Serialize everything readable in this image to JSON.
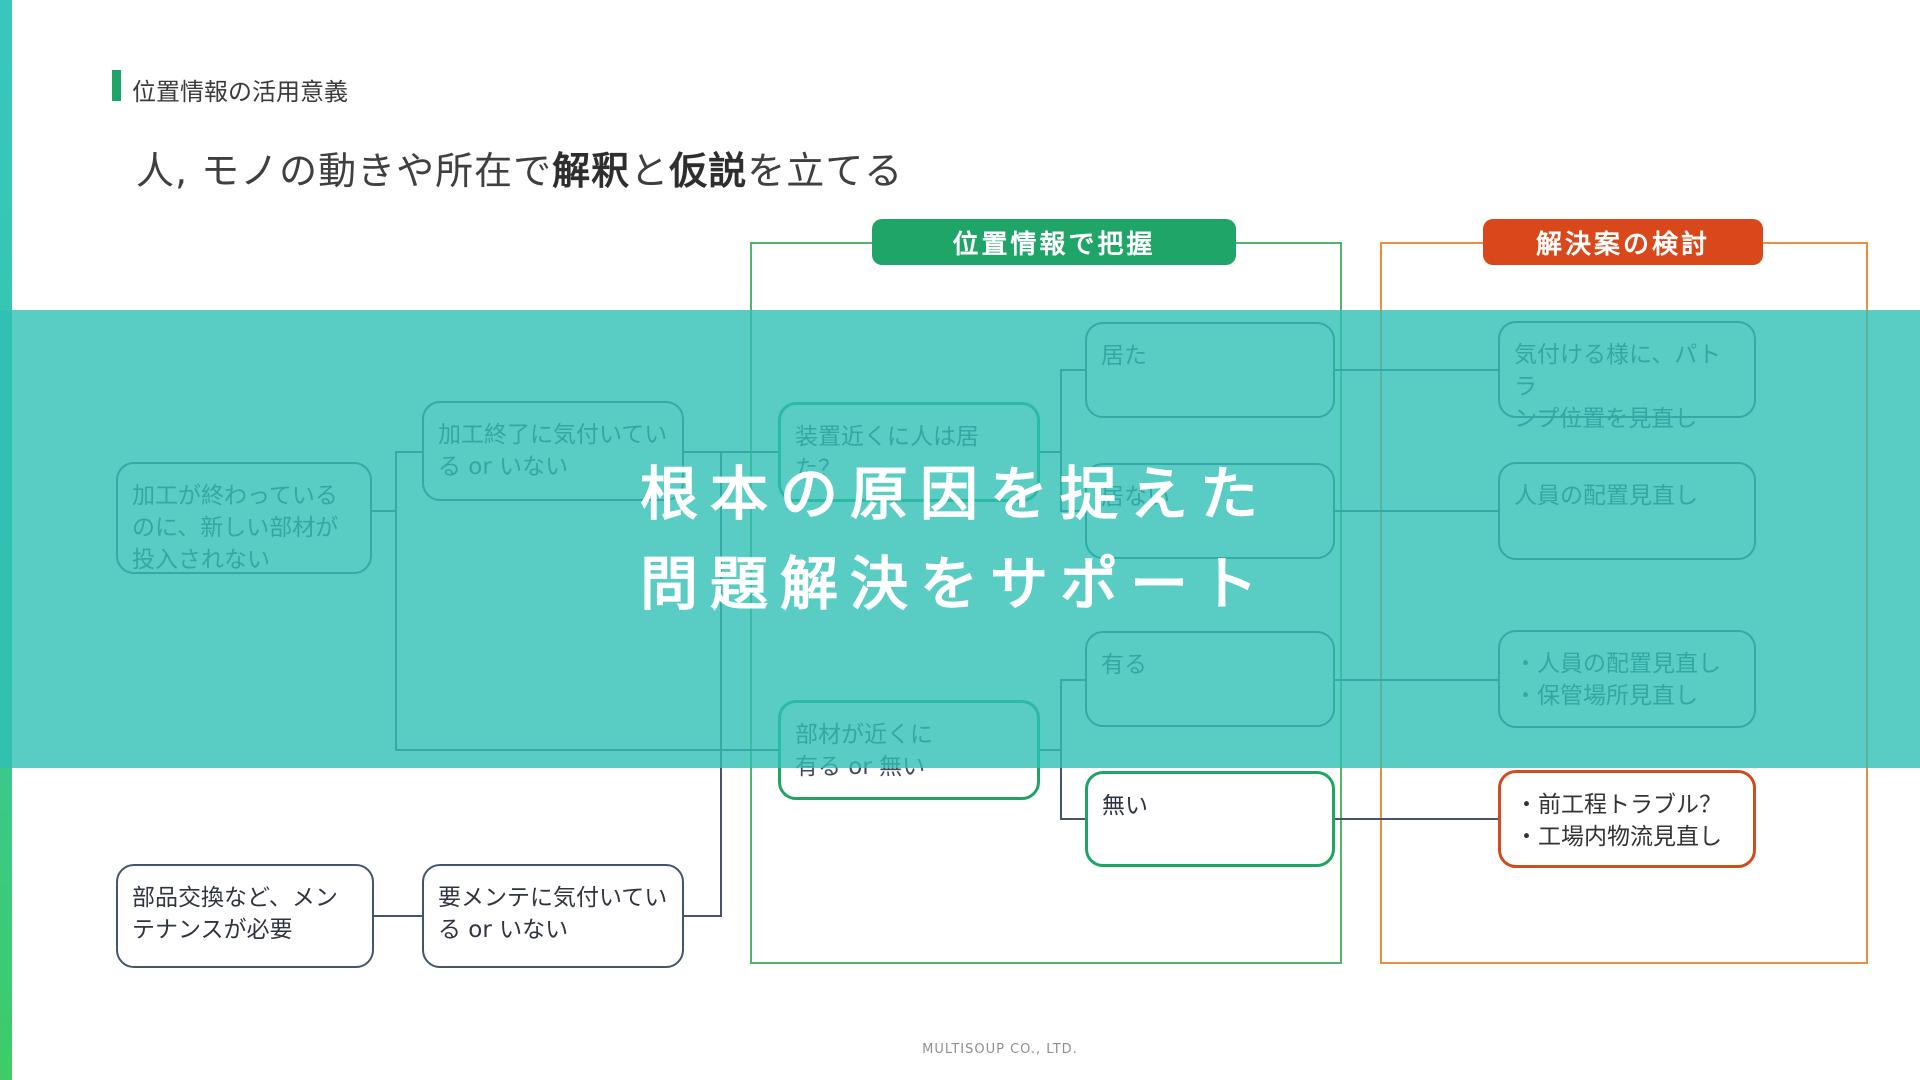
{
  "slide": {
    "eyebrow": "位置情報の活用意義",
    "title": {
      "parts": [
        "人, モノの動きや所在で",
        "解釈",
        "と",
        "仮説",
        "を立てる"
      ]
    },
    "footer": "MULTISOUP CO., LTD."
  },
  "group_labels": {
    "green": "位置情報で把握",
    "orange": "解決案の検討"
  },
  "banner": {
    "line1": "根本の原因を捉えた",
    "line2": "問題解決をサポート"
  },
  "nodes": {
    "problem_top": "加工が終わっているのに、新しい部材が投入されない",
    "q_notice_end": "加工終了に気付いている or いない",
    "q_person_near": "装置近くに人は居た？",
    "ans_was_there": "居た",
    "ans_not_there": "居ない",
    "q_parts_near": "部材が近くに\n有る or 無い",
    "ans_have": "有る",
    "ans_none": "無い",
    "sol_patlamp": "気付ける様に、パトラ\nンプ位置を見直し",
    "sol_staffing": "人員の配置見直し",
    "sol_staff_storage": "・人員の配置見直し\n・保管場所見直し",
    "sol_process_logistics": "・前工程トラブル？\n・工場内物流見直し",
    "problem_bottom": "部品交換など、メンテナンスが必要",
    "q_notice_mainte": "要メンテに気付いている or いない"
  },
  "colors": {
    "accent_green": "#1FA567",
    "accent_orange": "#D9481B",
    "frame_green": "#52B56B",
    "frame_orange": "#EB8E44",
    "node_border": "#44546A",
    "highlight_green": "#21A366",
    "highlight_orange": "#D14B1E",
    "overlay_teal": "#2FBFB5",
    "edge_bar_top": "#3AC6BE",
    "edge_bar_bottom": "#3ECB68"
  }
}
